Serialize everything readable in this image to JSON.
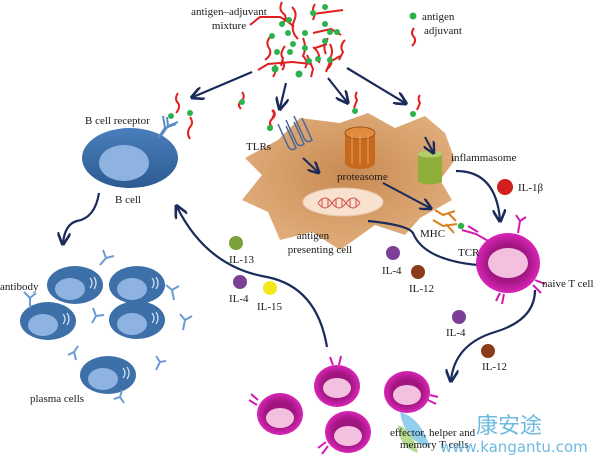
{
  "mixture": {
    "label_line1": "antigen–adjuvant",
    "label_line2": "mixture"
  },
  "legend": {
    "antigen_label": "antigen",
    "adjuvant_label": "adjuvant"
  },
  "b_cell": {
    "receptor_label": "B cell receptor",
    "label": "B cell"
  },
  "plasma": {
    "antibody_label": "antibody",
    "label": "plasma cells"
  },
  "apc": {
    "tlrs_label": "TLRs",
    "proteasome_label": "proteasome",
    "inflammasome_label": "inflammasome",
    "label_line1": "antigen",
    "label_line2": "presenting cell",
    "mhc_label": "MHC"
  },
  "t_cell": {
    "tcr_label": "TCR",
    "naive_label": "naive T cell",
    "effector_line1": "effector, helper and",
    "effector_line2": "memory T cells"
  },
  "cytokines": {
    "il1b": "IL-1β",
    "il13": "IL-13",
    "il4_left": "IL-4",
    "il15": "IL-15",
    "il4_mid": "IL-4",
    "il12_mid": "IL-12",
    "il4_right": "IL-4",
    "il12_right": "IL-12"
  },
  "colors": {
    "antigen": "#2bb24c",
    "adjuvant": "#e02020",
    "arrow": "#1b2a5a",
    "b_cell": "#3d6fa8",
    "b_nucleus": "#8fb3e0",
    "apc_body": "#d9a26e",
    "t_cell": "#d11bb0",
    "t_nucleus": "#f3c0e0",
    "il1b": "#d21e1e",
    "il13": "#7aa03a",
    "il4": "#7b3f98",
    "il15": "#f4e81a",
    "il12": "#8b3a1a"
  },
  "watermark": {
    "chinese": "康安途",
    "url": "www.kangantu.com"
  }
}
